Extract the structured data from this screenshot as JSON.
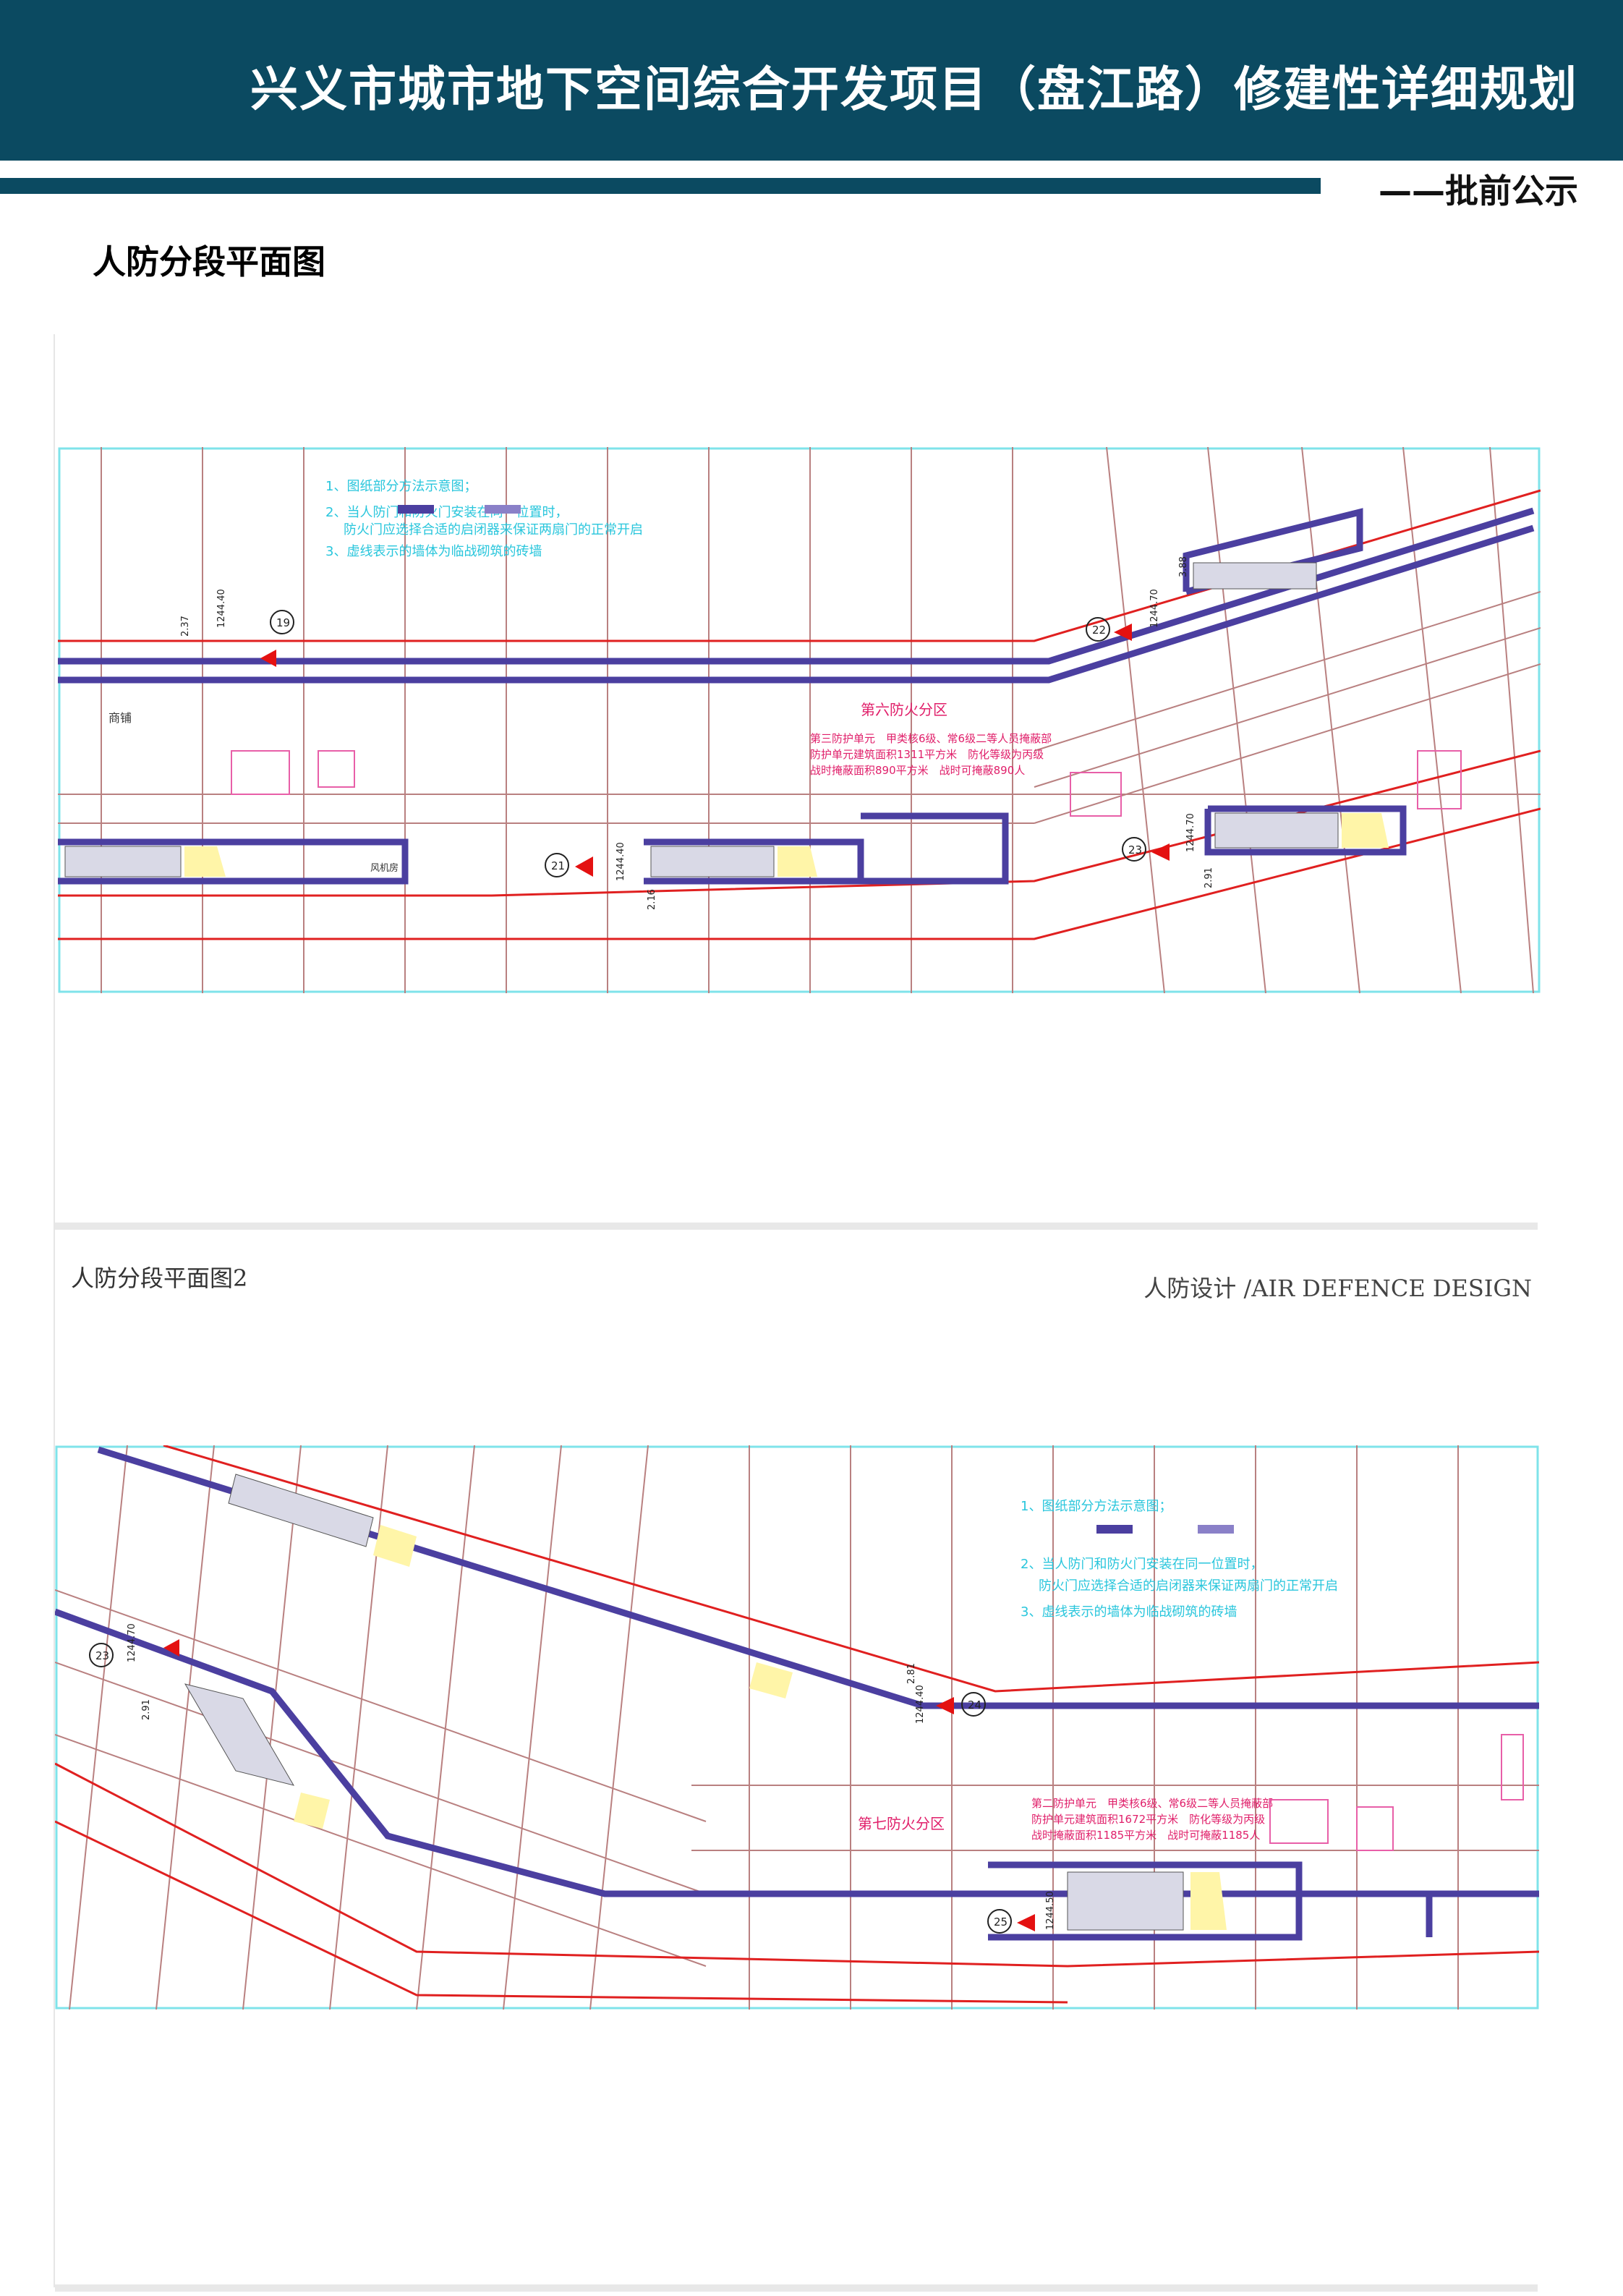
{
  "header": {
    "title": "兴义市城市地下空间综合开发项目（盘江路）修建性详细规划",
    "tag": "——批前公示"
  },
  "section": {
    "title": "人防分段平面图"
  },
  "plan1": {
    "notes": [
      "1、图纸部分方法示意图；",
      "2、当人防门和防火门安装在同一位置时，",
      "防火门应选择合适的启闭器来保证两扇门的正常开启",
      "3、虚线表示的墙体为临战砌筑的砖墙"
    ],
    "zone_label": "第六防火分区",
    "unit_text": [
      "第三防护单元　甲类核6级、常6级二等人员掩蔽部",
      "防护单元建筑面积1311平方米　防化等级为丙级",
      "战时掩蔽面积890平方米　战时可掩蔽890人"
    ],
    "stations": [
      "19",
      "21",
      "22",
      "23"
    ],
    "elevations": [
      "1244.40",
      "1244.40",
      "1244.70",
      "1244.70"
    ],
    "dims": [
      "2.37",
      "2.16",
      "3.88",
      "2.91"
    ],
    "room_label": "风机房",
    "side_label": "商铺"
  },
  "plan2": {
    "caption": "人防分段平面图2",
    "design_caption": "人防设计 /AIR DEFENCE DESIGN",
    "notes": [
      "1、图纸部分方法示意图；",
      "2、当人防门和防火门安装在同一位置时，",
      "防火门应选择合适的启闭器来保证两扇门的正常开启",
      "3、虚线表示的墙体为临战砌筑的砖墙"
    ],
    "zone_label": "第七防火分区",
    "unit_text": [
      "第二防护单元　甲类核6级、常6级二等人员掩蔽部",
      "防护单元建筑面积1672平方米　防化等级为丙级",
      "战时掩蔽面积1185平方米　战时可掩蔽1185人"
    ],
    "stations": [
      "23",
      "24",
      "25"
    ],
    "elevations": [
      "1244.70",
      "1244.40",
      "1244.50"
    ],
    "dims": [
      "2.91",
      "2.81"
    ]
  },
  "colors": {
    "header": "#0b4a61",
    "cad_wall": "#4b3fa0",
    "cad_red": "#e02020",
    "cad_cyan": "#3fd3e0",
    "cad_grid": "#b56b6b",
    "marker": "#e41111"
  }
}
